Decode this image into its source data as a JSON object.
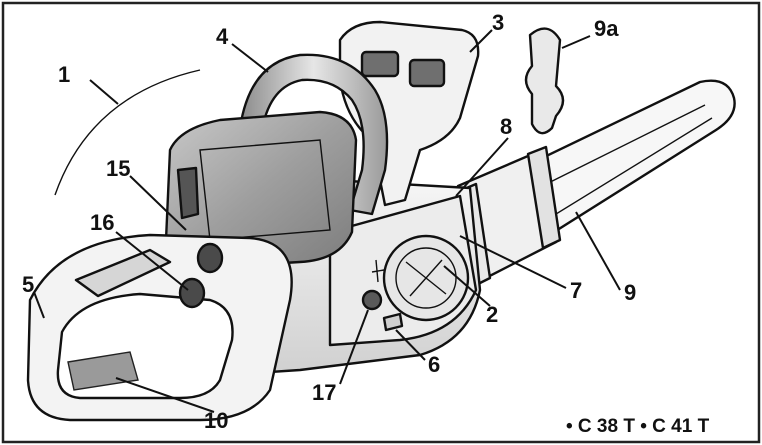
{
  "callouts": {
    "c1": "1",
    "c2": "2",
    "c3": "3",
    "c4": "4",
    "c5": "5",
    "c6": "6",
    "c7": "7",
    "c8": "8",
    "c9": "9",
    "c9a": "9a",
    "c10": "10",
    "c15": "15",
    "c16": "16",
    "c17": "17"
  },
  "model_label": "• C 38 T • C 41 T",
  "colors": {
    "line": "#111111",
    "body_light": "#f4f4f4",
    "body_mid": "#d9d9d9",
    "body_dark": "#a8a8a8",
    "label_plate": "#9a9a9a",
    "frame": "#222222"
  }
}
